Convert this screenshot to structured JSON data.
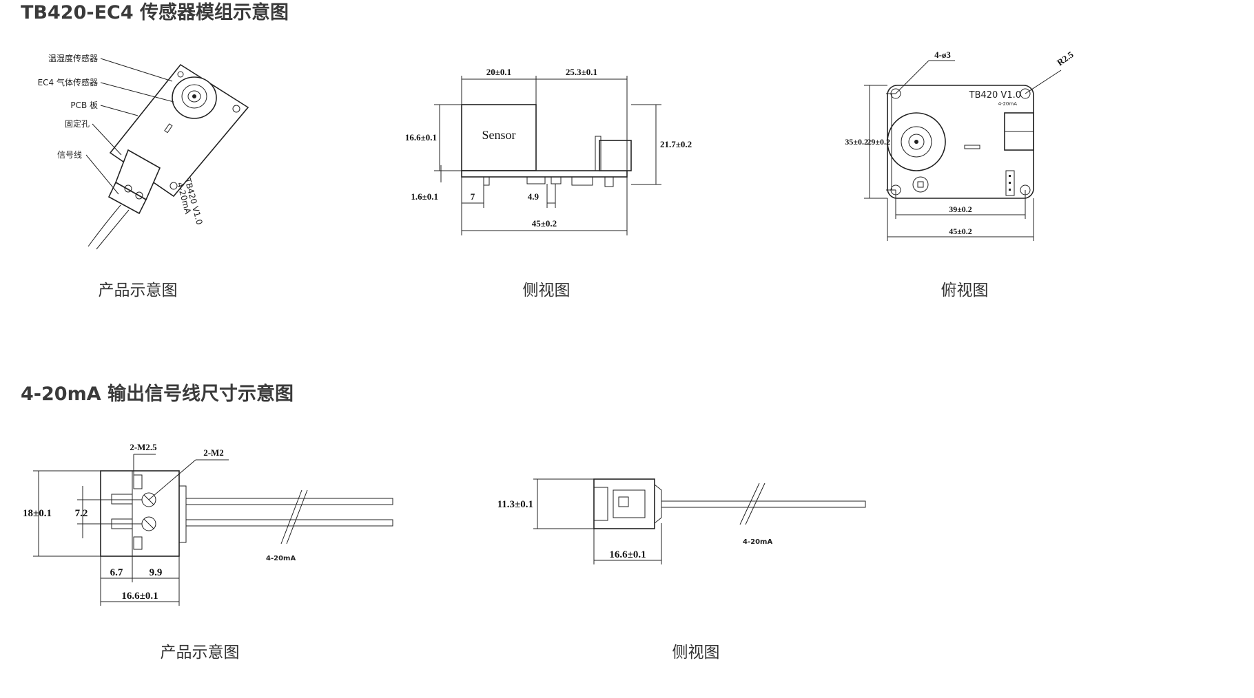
{
  "sections": [
    {
      "title": "TB420-EC4 传感器模组示意图"
    },
    {
      "title": "4-20mA 输出信号线尺寸示意图"
    }
  ],
  "captions": {
    "product": "产品示意图",
    "side": "侧视图",
    "top": "俯视图",
    "cable_product": "产品示意图",
    "cable_side": "侧视图"
  },
  "product_view": {
    "callouts": [
      "温湿度传感器",
      "EC4 气体传感器",
      "PCB 板",
      "固定孔",
      "信号线"
    ],
    "board_text": "TB420 V1.0",
    "board_subtext": "4-20mA"
  },
  "side_view": {
    "sensor_text": "Sensor",
    "dims": {
      "top_left": "20±0.1",
      "top_right": "25.3±0.1",
      "left_height": "16.6±0.1",
      "right_height": "21.7±0.2",
      "pcb": "1.6±0.1",
      "offset_a": "7",
      "offset_b": "4.9",
      "total_width": "45±0.2"
    }
  },
  "top_view": {
    "board_text": "TB420 V1.0",
    "board_subtext": "4-20mA",
    "dims": {
      "hole": "4-ø3",
      "radius": "R2.5",
      "outer_height": "35±0.2",
      "inner_height": "29±0.2",
      "hole_spacing": "39±0.2",
      "total_width": "45±0.2"
    }
  },
  "cable_product_view": {
    "dims": {
      "screw_a": "2-M2.5",
      "screw_b": "2-M2",
      "height": "18±0.1",
      "pitch": "7.2",
      "seg_a": "6.7",
      "seg_b": "9.9",
      "width": "16.6±0.1"
    },
    "cable_label": "4-20mA"
  },
  "cable_side_view": {
    "dims": {
      "height": "11.3±0.1",
      "width": "16.6±0.1"
    },
    "cable_label": "4-20mA"
  }
}
